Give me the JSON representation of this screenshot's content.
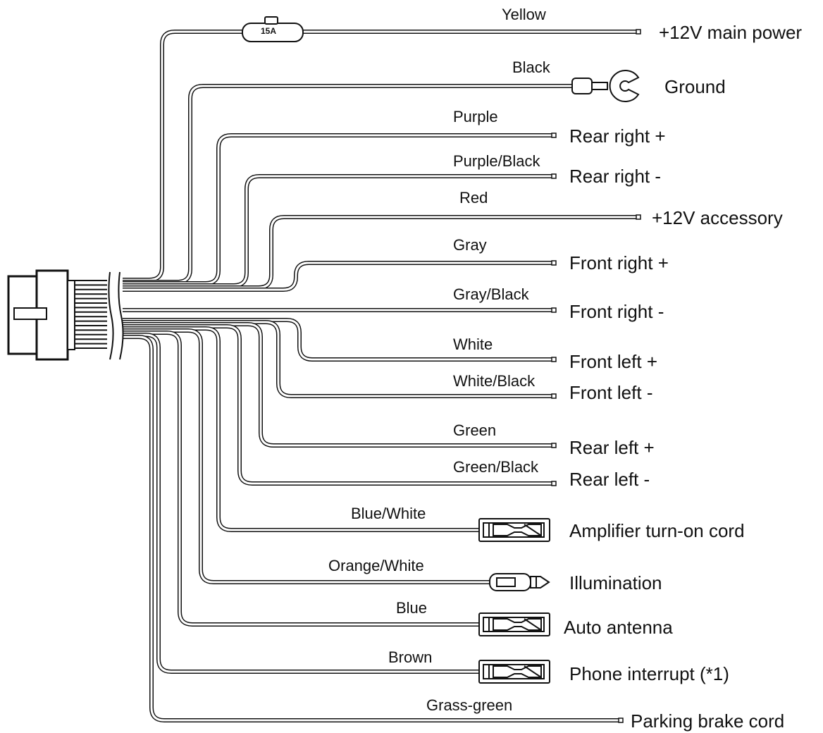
{
  "fuse": {
    "rating": "15A"
  },
  "wires": [
    {
      "id": "yellow",
      "color_name": "Yellow",
      "function": "+12V main power",
      "end": "fuse-plain"
    },
    {
      "id": "black",
      "color_name": "Black",
      "function": "Ground",
      "end": "ring-terminal"
    },
    {
      "id": "purple",
      "color_name": "Purple",
      "function": "Rear right +",
      "end": "plain"
    },
    {
      "id": "purple-black",
      "color_name": "Purple/Black",
      "function": "Rear right -",
      "end": "plain"
    },
    {
      "id": "red",
      "color_name": "Red",
      "function": "+12V accessory",
      "end": "plain"
    },
    {
      "id": "gray",
      "color_name": "Gray",
      "function": "Front right +",
      "end": "plain"
    },
    {
      "id": "gray-black",
      "color_name": "Gray/Black",
      "function": "Front right -",
      "end": "plain"
    },
    {
      "id": "white",
      "color_name": "White",
      "function": "Front left +",
      "end": "plain"
    },
    {
      "id": "white-black",
      "color_name": "White/Black",
      "function": "Front left -",
      "end": "plain"
    },
    {
      "id": "green",
      "color_name": "Green",
      "function": "Rear left +",
      "end": "plain"
    },
    {
      "id": "green-black",
      "color_name": "Green/Black",
      "function": "Rear left -",
      "end": "plain"
    },
    {
      "id": "blue-white",
      "color_name": "Blue/White",
      "function": "Amplifier turn-on cord",
      "end": "female-connector"
    },
    {
      "id": "orange-white",
      "color_name": "Orange/White",
      "function": "Illumination",
      "end": "male-connector"
    },
    {
      "id": "blue",
      "color_name": "Blue",
      "function": "Auto antenna",
      "end": "female-connector"
    },
    {
      "id": "brown",
      "color_name": "Brown",
      "function": "Phone interrupt (*1)",
      "end": "female-connector"
    },
    {
      "id": "grass-green",
      "color_name": "Grass-green",
      "function": "Parking brake cord",
      "end": "plain"
    }
  ]
}
